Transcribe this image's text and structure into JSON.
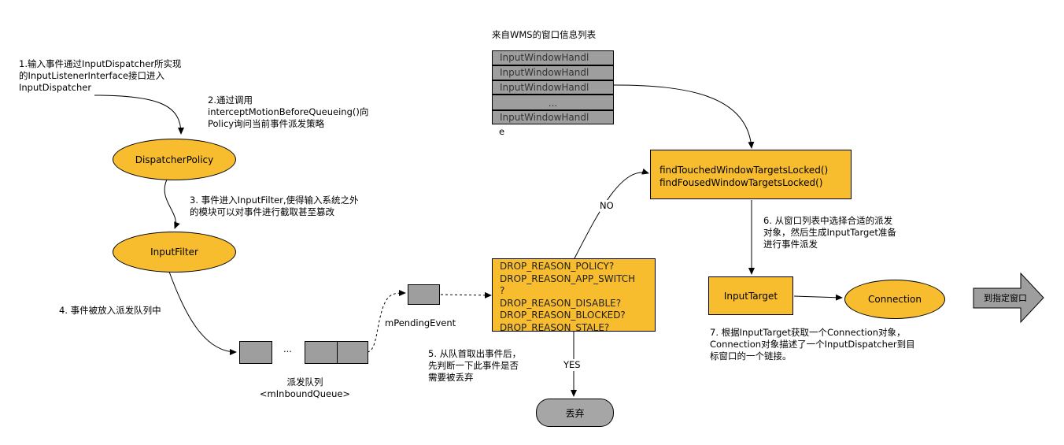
{
  "wms_list": {
    "title": "来自WMS的窗口信息列表",
    "rows": [
      "InputWindowHandl",
      "InputWindowHandl",
      "InputWindowHandl",
      "...",
      "InputWindowHandl"
    ],
    "overflow_char": "e"
  },
  "notes": {
    "step1": "1.输入事件通过InputDispatcher所实现\n的InputListenerInterface接口进入\nInputDispatcher",
    "step2": "2.通过调用\ninterceptMotionBeforeQueueing()向\nPolicy询问当前事件派发策略",
    "step3": "3. 事件进入InputFilter,使得输入系统之外\n的模块可以对事件进行截取甚至篡改",
    "step4": "4. 事件被放入派发队列中",
    "step5": "5. 从队首取出事件后，\n先判断一下此事件是否\n需要被丢弃",
    "step6": "6. 从窗口列表中选择合适的派发\n对象，然后生成InputTarget准备\n进行事件派发",
    "step7": "7. 根据InputTarget获取一个Connection对象，\nConnection对象描述了一个InputDispatcher到目\n标窗口的一个链接。"
  },
  "nodes": {
    "dispatcher_policy": "DispatcherPolicy",
    "input_filter": "InputFilter",
    "find_targets": "findTouchedWindowTargetsLocked()\nfindFousedWindowTargetsLocked()",
    "drop_reasons": "DROP_REASON_POLICY?\nDROP_REASON_APP_SWITCH\n?\nDROP_REASON_DISABLE?\nDROP_REASON_BLOCKED?\nDROP_REASON_STALE?",
    "input_target": "InputTarget",
    "connection": "Connection",
    "discard": "丢弃",
    "to_window": "到指定窗口"
  },
  "queue": {
    "ellipsis": "...",
    "label": "派发队列\n<mInboundQueue>",
    "pending_label": "mPendingEvent"
  },
  "edges": {
    "no": "NO",
    "yes": "YES"
  },
  "colors": {
    "node_fill": "#f8bd2e",
    "queue_fill": "#9e9e9e",
    "discard_fill": "#a6a6a6"
  }
}
